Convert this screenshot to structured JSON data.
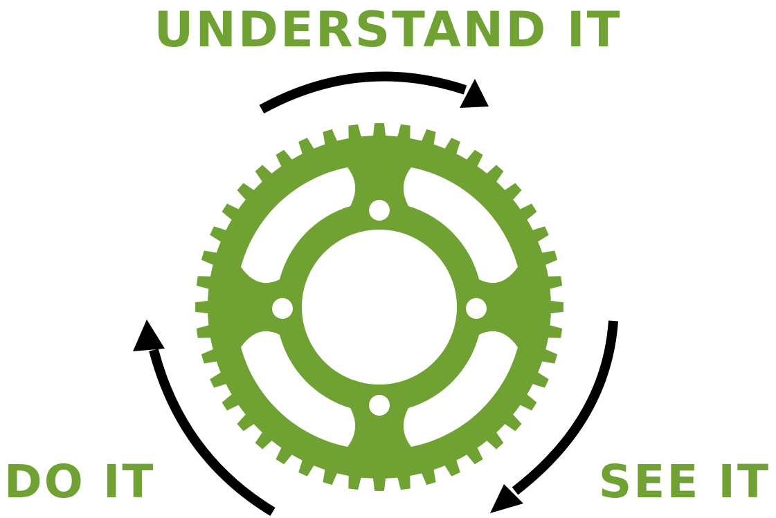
{
  "labels": {
    "top": "UNDERSTAND IT",
    "bottom_left": "DO IT",
    "bottom_right": "SEE IT"
  },
  "icons": {
    "center": "chainring-sprocket-icon",
    "arrows": "cycle-arrow-icon"
  },
  "colors": {
    "accent": "#6fa232",
    "arrow": "#000000",
    "background": "#ffffff"
  }
}
